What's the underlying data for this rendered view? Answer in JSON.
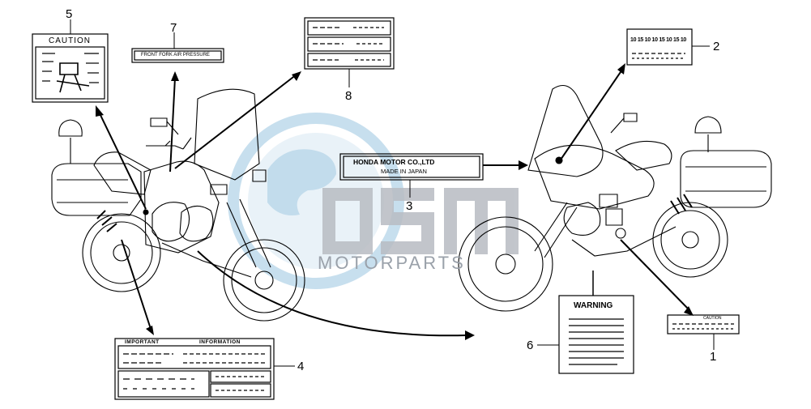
{
  "watermark": {
    "brand": "OSM",
    "tagline": "MOTORPARTS",
    "colors": {
      "globe": "#b9d7ea",
      "letters": "#b8bcc3",
      "text": "#9aa1aa"
    }
  },
  "callouts": [
    {
      "id": "1",
      "text": "1"
    },
    {
      "id": "2",
      "text": "2"
    },
    {
      "id": "3",
      "text": "3"
    },
    {
      "id": "4",
      "text": "4"
    },
    {
      "id": "5",
      "text": "5"
    },
    {
      "id": "6",
      "text": "6"
    },
    {
      "id": "7",
      "text": "7"
    },
    {
      "id": "8",
      "text": "8"
    }
  ],
  "labels": {
    "caution_5": "CAUTION",
    "fork_pressure_7": "FRONT FORK AIR PRESSURE",
    "honda_3_line1": "HONDA MOTOR CO.,LTD",
    "honda_3_line2": "MADE IN JAPAN",
    "warning_6": "WARNING",
    "caution_1": "CAUTION",
    "important_4_left": "IMPORTANT",
    "important_4_right": "INFORMATION",
    "tire_2_code": "10 15 10 10 15 10 15 10"
  }
}
